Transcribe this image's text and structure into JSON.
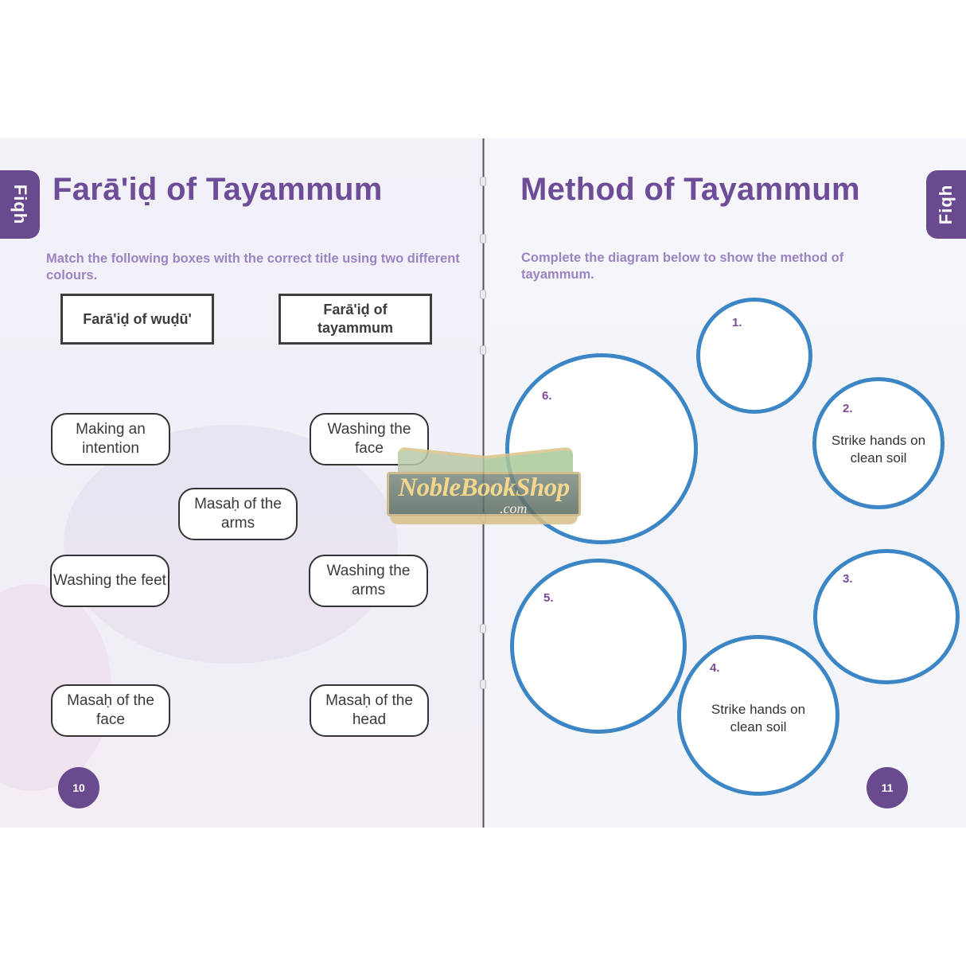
{
  "left_page": {
    "section_tab": "Fiqh",
    "title": "Farā'iḍ of Tayammum",
    "instruction": "Match the following boxes with the correct title using two different colours.",
    "title_boxes": [
      {
        "label": "Farā'iḍ of wuḍū'"
      },
      {
        "label": "Farā'iḍ of tayammum"
      }
    ],
    "items": [
      {
        "label": "Making an intention"
      },
      {
        "label": "Washing the face"
      },
      {
        "label": "Masaḥ of the arms"
      },
      {
        "label": "Washing the feet"
      },
      {
        "label": "Washing the arms"
      },
      {
        "label": "Masaḥ of the face"
      },
      {
        "label": "Masaḥ of the head"
      }
    ],
    "page_number": "10"
  },
  "right_page": {
    "section_tab": "Fiqh",
    "title": "Method of Tayammum",
    "instruction": "Complete the diagram below to show the method of tayammum.",
    "steps": [
      {
        "number": "1.",
        "text": ""
      },
      {
        "number": "2.",
        "text": "Strike hands on clean soil"
      },
      {
        "number": "3.",
        "text": ""
      },
      {
        "number": "4.",
        "text": "Strike hands on clean soil"
      },
      {
        "number": "5.",
        "text": ""
      },
      {
        "number": "6.",
        "text": ""
      }
    ],
    "page_number": "11"
  },
  "watermark": {
    "brand": "NobleBookShop",
    "suffix": ".com"
  },
  "colors": {
    "accent_purple": "#6a4a8e",
    "title_purple": "#6e4d98",
    "instruction_purple": "#9b84c2",
    "circle_blue": "#3c86c6"
  }
}
